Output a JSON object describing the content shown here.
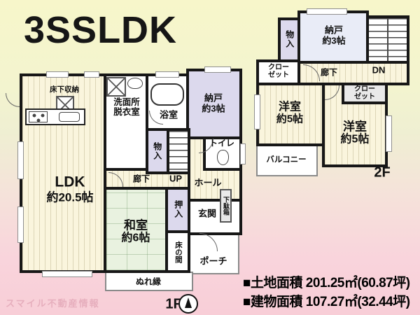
{
  "title": "3SSLDK",
  "floor1": {
    "floor_label": "1F",
    "ldk_name": "LDK",
    "ldk_size": "約20.5帖",
    "washitsu_name": "和室",
    "washitsu_size": "約6帖",
    "nando_name": "納戸",
    "nando_size": "約3帖",
    "yukashita": "床下収納",
    "senmen_line1": "洗面所",
    "senmen_line2": "脱衣室",
    "yokushitsu": "浴室",
    "monoire": "物入",
    "toilet": "トイレ",
    "rouka": "廊下",
    "up": "UP",
    "hall": "ホール",
    "genkan": "玄関",
    "getabako": "下駄箱",
    "oshiire": "押入",
    "tokonoma": "床の間",
    "porch": "ポーチ",
    "nureen": "ぬれ縁"
  },
  "floor2": {
    "floor_label": "2F",
    "nando_name": "納戸",
    "nando_size": "約3帖",
    "monoire": "物入",
    "closet_left_line1": "クロー",
    "closet_left_line2": "ゼット",
    "closet_right_line1": "クロー",
    "closet_right_line2": "ゼット",
    "rouka": "廊下",
    "dn": "DN",
    "yoshitsu_left_name": "洋室",
    "yoshitsu_left_size": "約5帖",
    "yoshitsu_right_name": "洋室",
    "yoshitsu_right_size": "約5帖",
    "balcony": "バルコニー"
  },
  "areas": {
    "land": "■土地面積 201.25㎡(60.87坪)",
    "building": "■建物面積 107.27㎡(32.44坪)"
  },
  "watermark": "スマイル不動産情報",
  "colors": {
    "wall": "#171717",
    "wood_cream": "#faf5dd",
    "tatami_green": "#e9f2e0",
    "storage_lavender": "#dcd9ed",
    "nando_blue": "#e9ecf7",
    "bg_top": "#f7f6ca",
    "bg_bottom": "#f8ced7"
  }
}
